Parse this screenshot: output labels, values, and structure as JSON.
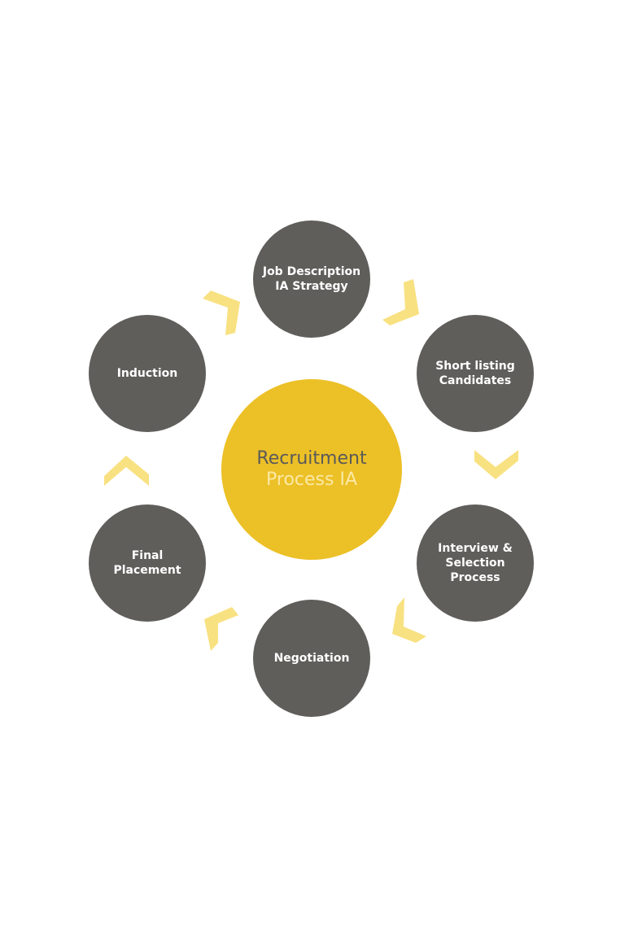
{
  "colors": {
    "background": "#ffffff",
    "center_fill": "#ecc027",
    "center_text_dark": "#5a5a5a",
    "center_text_light": "#fbe9a6",
    "step_fill": "#5f5e5b",
    "step_text": "#ffffff",
    "arrow": "#f8e181"
  },
  "center": {
    "line1": "Recruitment",
    "line2": "Process IA"
  },
  "steps": [
    {
      "lines": [
        "Job Description",
        "IA Strategy"
      ]
    },
    {
      "lines": [
        "Short listing",
        "Candidates"
      ]
    },
    {
      "lines": [
        "Interview &",
        "Selection",
        "Process"
      ]
    },
    {
      "lines": [
        "Negotiation"
      ]
    },
    {
      "lines": [
        "Final",
        "Placement"
      ]
    },
    {
      "lines": [
        "Induction"
      ]
    }
  ],
  "arrows": [
    {
      "icon": "chevron-right-down-icon"
    },
    {
      "icon": "chevron-down-icon"
    },
    {
      "icon": "chevron-left-down-icon"
    },
    {
      "icon": "chevron-left-icon"
    },
    {
      "icon": "chevron-up-icon"
    },
    {
      "icon": "chevron-right-up-icon"
    }
  ]
}
